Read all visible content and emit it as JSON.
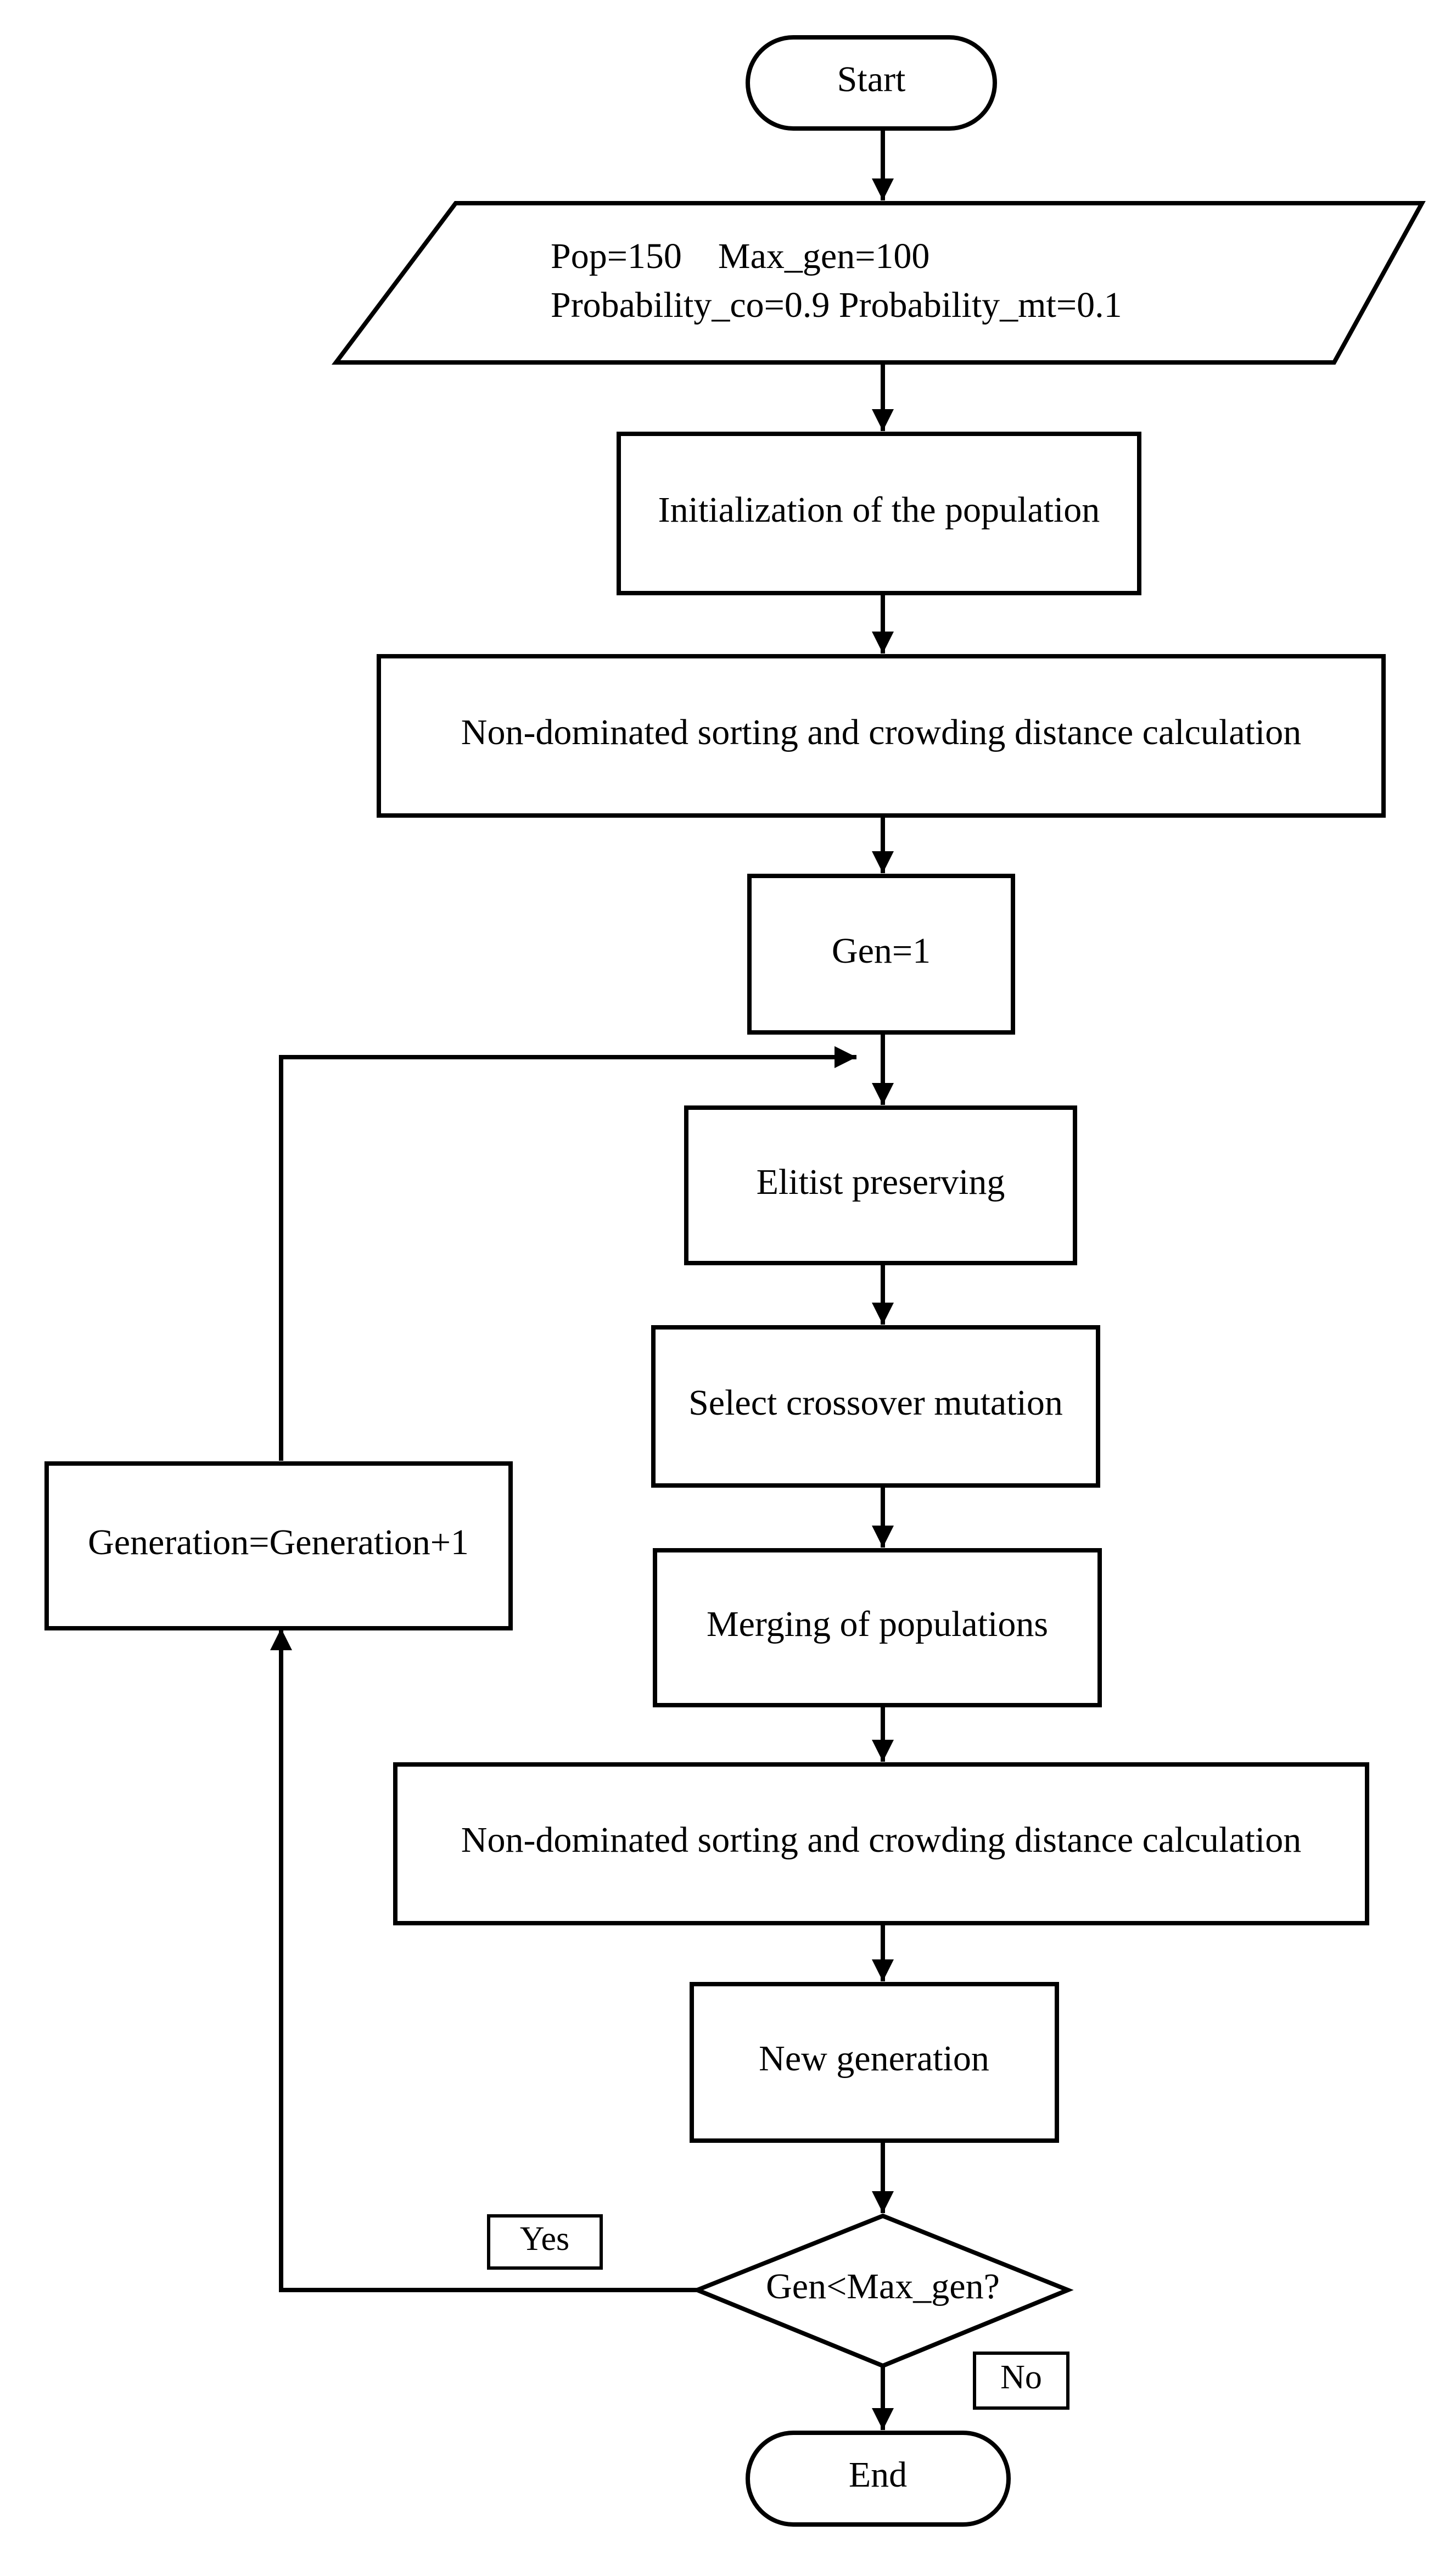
{
  "flowchart": {
    "start": "Start",
    "params_line1": "Pop=150    Max_gen=100",
    "params_line2": "Probability_co=0.9 Probability_mt=0.1",
    "init": "Initialization of the population",
    "sort1": "Non-dominated sorting and crowding distance calculation",
    "gen_init": "Gen=1",
    "elitist": "Elitist preserving",
    "select": "Select crossover mutation",
    "merge": "Merging of populations",
    "sort2": "Non-dominated sorting and crowding distance calculation",
    "new_gen": "New generation",
    "decision": "Gen<Max_gen?",
    "yes_label": "Yes",
    "no_label": "No",
    "increment": "Generation=Generation+1",
    "end": "End"
  },
  "colors": {
    "stroke": "#000000",
    "fill": "#ffffff"
  }
}
